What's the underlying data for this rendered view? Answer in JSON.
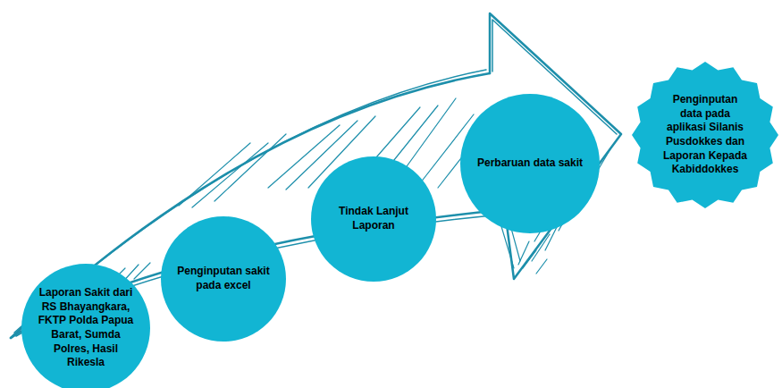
{
  "diagram": {
    "nodes": [
      {
        "text": [
          "Laporan Sakit dari RS Bhayangkara, FKTP Polda Papua Barat, Sumda Polres, Hasil Rikesla"
        ]
      },
      {
        "text": [
          "Penginputan sakit pada excel"
        ]
      },
      {
        "text": [
          "Tindak Lanjut Laporan"
        ]
      },
      {
        "text": [
          "Perbaruan data sakit"
        ]
      },
      {
        "text": [
          "Penginputan data pada aplikasi Silanis Pusdokkes dan Laporan Kepada Kabiddokkes"
        ]
      }
    ]
  }
}
